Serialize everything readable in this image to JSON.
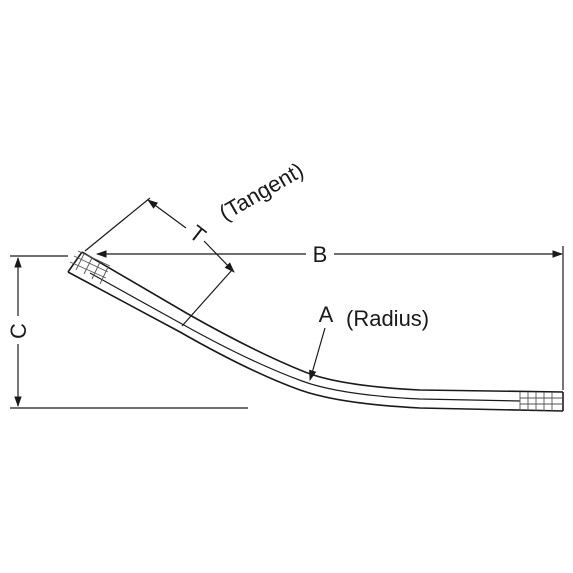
{
  "diagram": {
    "labels": {
      "b": "B",
      "c": "C",
      "t": "T",
      "tangent": "(Tangent)",
      "a": "A",
      "radius": "(Radius)"
    },
    "colors": {
      "ink": "#1a1a1a",
      "background": "#ffffff"
    }
  }
}
